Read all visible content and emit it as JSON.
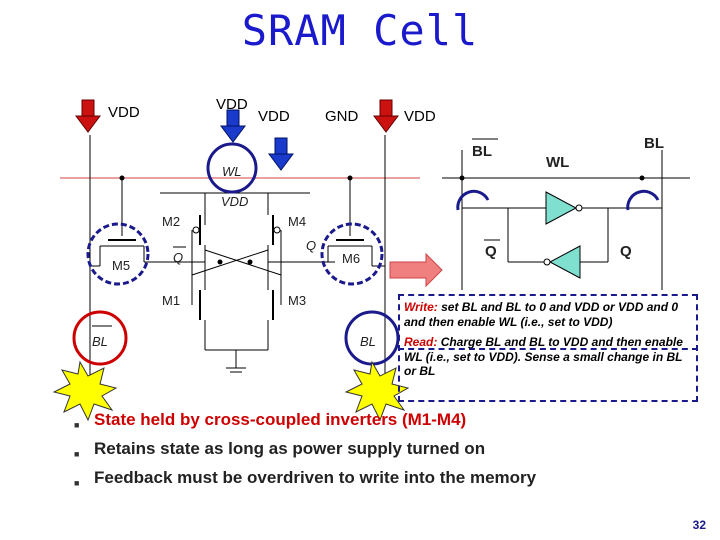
{
  "title": "SRAM Cell",
  "supplies": [
    {
      "label": "VDD"
    },
    {
      "label": "VDD"
    },
    {
      "label": "VDD"
    },
    {
      "label": "GND"
    },
    {
      "label": "VDD"
    }
  ],
  "circuit_labels": {
    "wl": "WL",
    "vdd": "VDD",
    "m1": "M1",
    "m2": "M2",
    "m3": "M3",
    "m4": "M4",
    "m5": "M5",
    "m6": "M6",
    "q": "Q",
    "qbar": "Q",
    "bl_left": "BL",
    "bl_right": "BL"
  },
  "logic_labels": {
    "blbar": "BL",
    "bl": "BL",
    "wl": "WL",
    "qbar": "Q",
    "q": "Q"
  },
  "info": {
    "write_head": "Write:",
    "write_body": "set BL and BL to 0 and VDD or VDD and 0 and then enable WL (i.e., set to VDD)",
    "read_head": "Read:",
    "read_body": "Charge BL and BL to VDD and then enable WL (i.e., set to VDD). Sense a small change in BL or BL"
  },
  "bullets": [
    "State held by cross-coupled inverters (M1-M4)",
    "Retains state as long as power supply turned on",
    "Feedback must be overdriven to write into the memory"
  ],
  "page_number": "32",
  "colors": {
    "title": "#1a1acc",
    "arrow": "#cc1111",
    "highlight_red": "#cc0000",
    "accent_blue": "#1a1a8c",
    "starburst": "#ffff00"
  }
}
